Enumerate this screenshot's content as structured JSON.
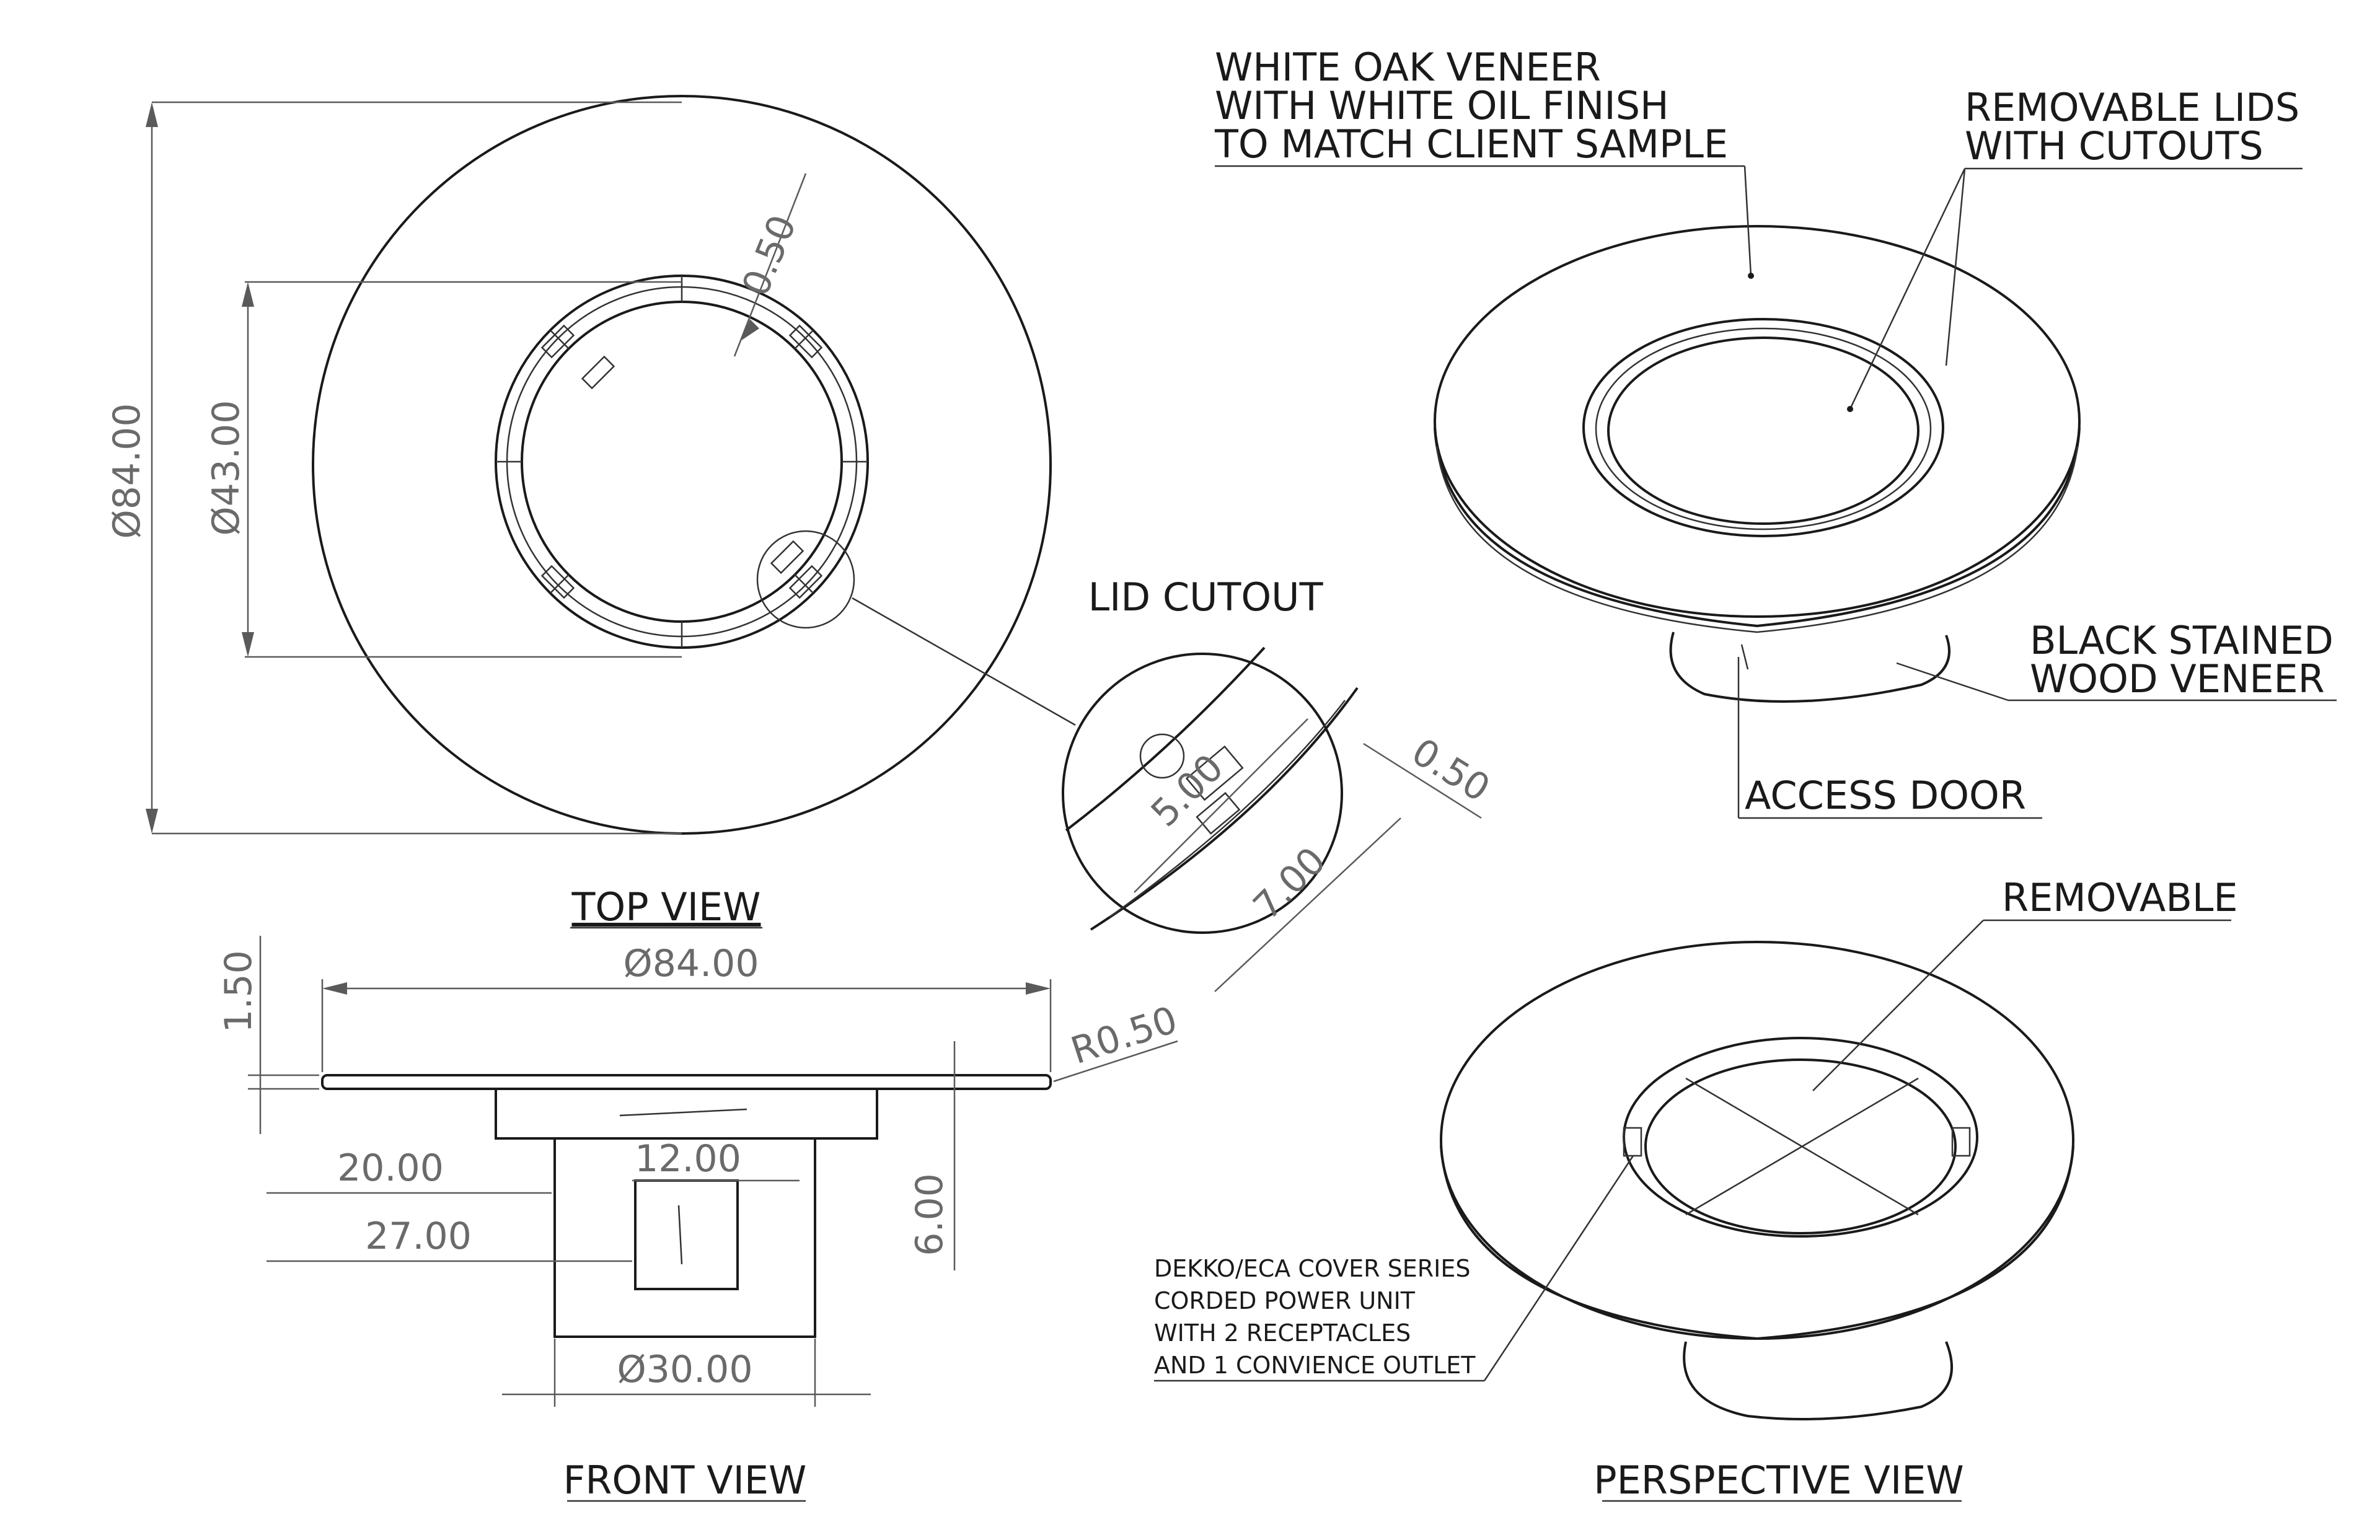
{
  "views": {
    "top": "TOP VIEW",
    "front": "FRONT VIEW",
    "perspective": "PERSPECTIVE VIEW",
    "detail": "LID CUTOUT"
  },
  "dimensions": {
    "top_outer_dia": "Ø84.00",
    "top_inner_dia": "Ø43.00",
    "top_gap": "0.50",
    "detail_width": "5.00",
    "detail_length": "7.00",
    "detail_gap": "0.50",
    "front_overall": "Ø84.00",
    "front_thickness": "1.50",
    "front_radius": "R0.50",
    "front_height": "6.00",
    "front_base_dia": "Ø30.00",
    "front_d20": "20.00",
    "front_d27": "27.00",
    "front_d12": "12.00"
  },
  "notes": {
    "veneer": [
      "WHITE OAK VENEER",
      "WITH WHITE OIL FINISH",
      "TO MATCH CLIENT SAMPLE"
    ],
    "lids": [
      "REMOVABLE LIDS",
      "WITH CUTOUTS"
    ],
    "base": [
      "BLACK STAINED",
      "WOOD VENEER"
    ],
    "door": "ACCESS DOOR",
    "removable": "REMOVABLE",
    "power": [
      "DEKKO/ECA COVER SERIES",
      "CORDED POWER UNIT",
      "WITH 2 RECEPTACLES",
      "AND 1 CONVIENCE OUTLET"
    ]
  }
}
